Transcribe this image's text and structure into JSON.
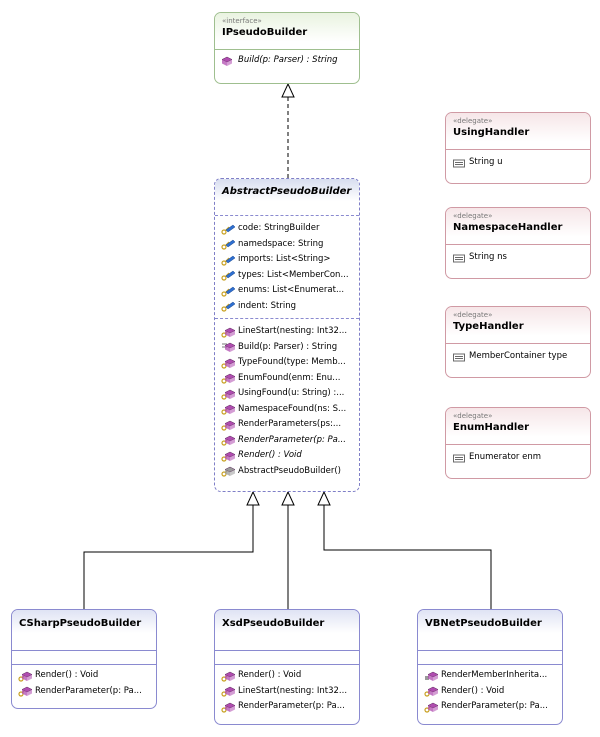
{
  "interface": {
    "stereotype": "«interface»",
    "name": "IPseudoBuilder",
    "members": [
      {
        "text": "Build(p: Parser) : String",
        "icon": "method-icon",
        "italic": true
      }
    ]
  },
  "abstract": {
    "name": "AbstractPseudoBuilder",
    "fields": [
      {
        "text": "code: StringBuilder",
        "icon": "field-icon"
      },
      {
        "text": "namedspace: String",
        "icon": "field-icon"
      },
      {
        "text": "imports: List<String>",
        "icon": "field-icon"
      },
      {
        "text": "types: List<MemberCon...",
        "icon": "field-icon"
      },
      {
        "text": "enums: List<Enumerat...",
        "icon": "field-icon"
      },
      {
        "text": "indent: String",
        "icon": "field-icon"
      }
    ],
    "methods": [
      {
        "text": "LineStart(nesting: Int32...",
        "icon": "protected-method-icon",
        "italic": false
      },
      {
        "text": "Build(p: Parser) : String",
        "icon": "public-method-icon",
        "italic": false
      },
      {
        "text": "TypeFound(type: Memb...",
        "icon": "protected-method-icon",
        "italic": false
      },
      {
        "text": "EnumFound(enm: Enu...",
        "icon": "protected-method-icon",
        "italic": false
      },
      {
        "text": "UsingFound(u: String) :...",
        "icon": "protected-method-icon",
        "italic": false
      },
      {
        "text": "NamespaceFound(ns: S...",
        "icon": "protected-method-icon",
        "italic": false
      },
      {
        "text": "RenderParameters(ps:...",
        "icon": "protected-method-icon",
        "italic": false
      },
      {
        "text": "RenderParameter(p: Pa...",
        "icon": "protected-method-icon",
        "italic": true
      },
      {
        "text": "Render() : Void",
        "icon": "protected-method-icon",
        "italic": true
      },
      {
        "text": "AbstractPseudoBuilder()",
        "icon": "constructor-icon",
        "italic": false
      }
    ]
  },
  "delegates": [
    {
      "stereotype": "«delegate»",
      "name": "UsingHandler",
      "param": "String u"
    },
    {
      "stereotype": "«delegate»",
      "name": "NamespaceHandler",
      "param": "String ns"
    },
    {
      "stereotype": "«delegate»",
      "name": "TypeHandler",
      "param": "MemberContainer type"
    },
    {
      "stereotype": "«delegate»",
      "name": "EnumHandler",
      "param": "Enumerator enm"
    }
  ],
  "subclasses": [
    {
      "name": "CSharpPseudoBuilder",
      "members": [
        {
          "text": "Render() : Void",
          "icon": "protected-method-icon"
        },
        {
          "text": "RenderParameter(p: Pa...",
          "icon": "protected-method-icon"
        }
      ]
    },
    {
      "name": "XsdPseudoBuilder",
      "members": [
        {
          "text": "Render() : Void",
          "icon": "protected-method-icon"
        },
        {
          "text": "LineStart(nesting: Int32...",
          "icon": "protected-method-icon"
        },
        {
          "text": "RenderParameter(p: Pa...",
          "icon": "protected-method-icon"
        }
      ]
    },
    {
      "name": "VBNetPseudoBuilder",
      "members": [
        {
          "text": "RenderMemberInherita...",
          "icon": "private-method-icon"
        },
        {
          "text": "Render() : Void",
          "icon": "protected-method-icon"
        },
        {
          "text": "RenderParameter(p: Pa...",
          "icon": "protected-method-icon"
        }
      ]
    }
  ],
  "colors": {
    "method": "#b04cb0",
    "field": "#2f6fd0",
    "key": "#c8a020",
    "interfaceBorder": "#9fbf8f",
    "classBorder": "#8a8ad0",
    "delegateBorder": "#d09aa4"
  }
}
